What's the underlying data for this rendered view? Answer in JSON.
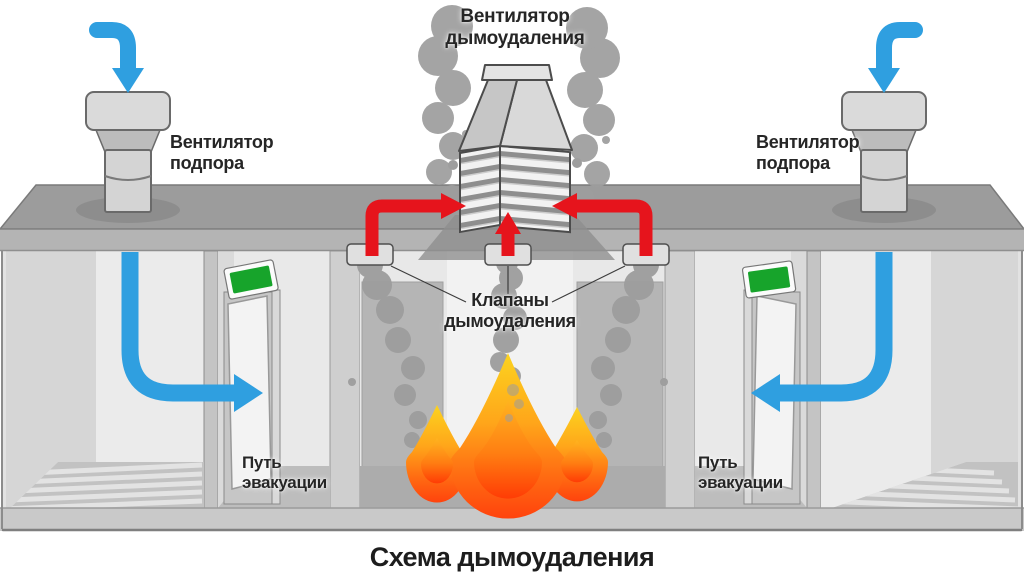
{
  "title": "Схема дымоудаления",
  "labels": {
    "smoke_fan": "Вентилятор\nдымоудаления",
    "pressure_fan_left": "Вентилятор\nподпора",
    "pressure_fan_right": "Вентилятор\nподпора",
    "smoke_valves": "Клапаны\nдымоудаления",
    "evacuation_left": "Путь\nэвакуации",
    "evacuation_right": "Путь\nэвакуации"
  },
  "colors": {
    "fresh_air_arrow": "#2f9fe0",
    "smoke_flow_arrow": "#e6141c",
    "exit_sign_green": "#17a42b",
    "smoke_gray": "#9e9e9e",
    "flame_top": "#fcd31f",
    "flame_bottom": "#ff430d"
  }
}
